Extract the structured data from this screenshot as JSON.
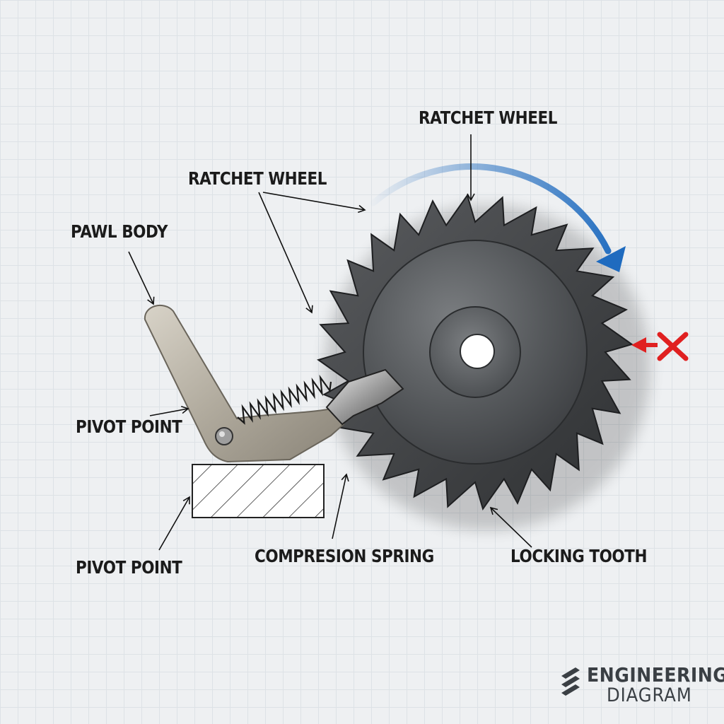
{
  "labels": {
    "ratchet_wheel_top": "RATCHET WHEEL",
    "ratchet_wheel_mid": "RATCHET WHEEL",
    "pawl_body": "PAWL BODY",
    "pivot_point_upper": "PIVOT POINT",
    "pivot_point_lower": "PIVOT POINT",
    "compression_spring": "COMPRESION SPRING",
    "locking_tooth": "LOCKING TOOTH"
  },
  "branding": {
    "line1": "ENGINEERING",
    "line2": "DIAGRAM"
  },
  "colors": {
    "rotation_arrow": "#1f6bbf",
    "blocked_direction": "#e02020",
    "gear": "#4a4c4f",
    "pawl": "#b4aea2"
  },
  "icons": {
    "rotation": "clockwise-arrow-icon",
    "blocked": "blocked-direction-x-icon",
    "brand": "stripes-logo-icon"
  }
}
